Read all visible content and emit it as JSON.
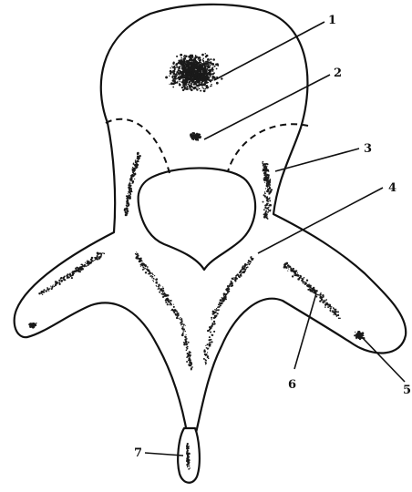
{
  "figure": {
    "labels": [
      {
        "id": "1",
        "text": "1"
      },
      {
        "id": "2",
        "text": "2"
      },
      {
        "id": "3",
        "text": "3"
      },
      {
        "id": "4",
        "text": "4"
      },
      {
        "id": "5",
        "text": "5"
      },
      {
        "id": "6",
        "text": "6"
      },
      {
        "id": "7",
        "text": "7"
      }
    ]
  },
  "colors": {
    "ink": "#111111",
    "paper": "#ffffff"
  }
}
